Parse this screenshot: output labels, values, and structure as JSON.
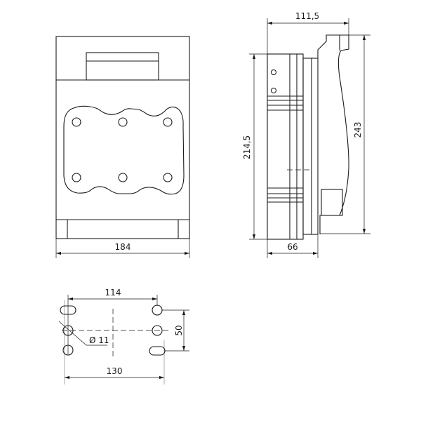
{
  "front_view": {
    "width_label": "184"
  },
  "side_view": {
    "depth_label": "111,5",
    "height_label": "214,5",
    "total_height_label": "243",
    "base_depth_label": "66"
  },
  "mounting": {
    "horizontal_spacing_label": "114",
    "outer_spacing_label": "130",
    "vertical_spacing_label": "50",
    "hole_diameter_label": "Ø 11"
  },
  "colors": {
    "line": "#1a1a1a",
    "background": "#ffffff"
  }
}
